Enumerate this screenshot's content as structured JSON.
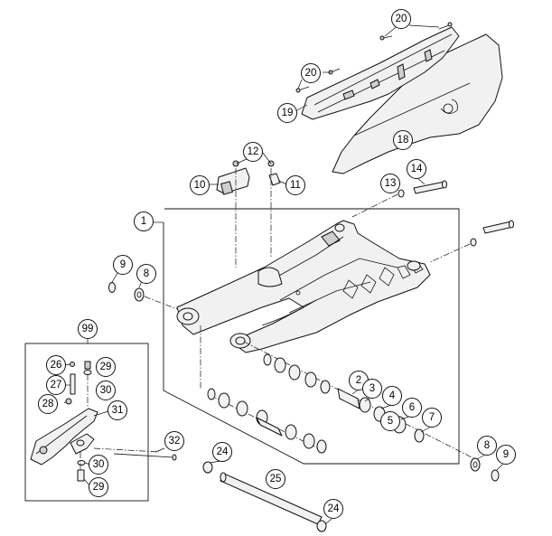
{
  "diagram": {
    "callouts": [
      {
        "id": "c20a",
        "label": "20"
      },
      {
        "id": "c20b",
        "label": "20"
      },
      {
        "id": "c19",
        "label": "19"
      },
      {
        "id": "c18",
        "label": "18"
      },
      {
        "id": "c12",
        "label": "12"
      },
      {
        "id": "c10",
        "label": "10"
      },
      {
        "id": "c11",
        "label": "11"
      },
      {
        "id": "c13",
        "label": "13"
      },
      {
        "id": "c14",
        "label": "14"
      },
      {
        "id": "c1",
        "label": "1"
      },
      {
        "id": "c9a",
        "label": "9"
      },
      {
        "id": "c8a",
        "label": "8"
      },
      {
        "id": "c99",
        "label": "99"
      },
      {
        "id": "c26",
        "label": "26"
      },
      {
        "id": "c29a",
        "label": "29"
      },
      {
        "id": "c27",
        "label": "27"
      },
      {
        "id": "c30a",
        "label": "30"
      },
      {
        "id": "c28",
        "label": "28"
      },
      {
        "id": "c31",
        "label": "31"
      },
      {
        "id": "c30b",
        "label": "30"
      },
      {
        "id": "c29b",
        "label": "29"
      },
      {
        "id": "c32",
        "label": "32"
      },
      {
        "id": "c2",
        "label": "2"
      },
      {
        "id": "c3",
        "label": "3"
      },
      {
        "id": "c4",
        "label": "4"
      },
      {
        "id": "c5",
        "label": "5"
      },
      {
        "id": "c6",
        "label": "6"
      },
      {
        "id": "c7",
        "label": "7"
      },
      {
        "id": "c8b",
        "label": "8"
      },
      {
        "id": "c9b",
        "label": "9"
      },
      {
        "id": "c24a",
        "label": "24"
      },
      {
        "id": "c25",
        "label": "25"
      },
      {
        "id": "c24b",
        "label": "24"
      }
    ]
  }
}
